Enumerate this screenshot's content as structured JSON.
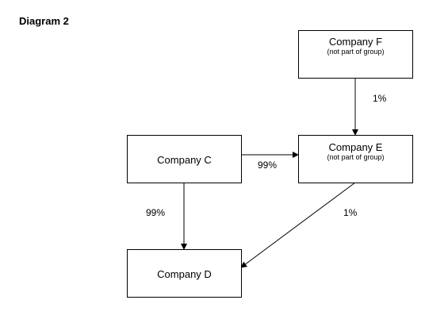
{
  "title": "Diagram 2",
  "nodes": {
    "company_f": {
      "name": "Company F",
      "note": "(not part of group)"
    },
    "company_c": {
      "name": "Company C"
    },
    "company_e": {
      "name": "Company E",
      "note": "(not part of group)"
    },
    "company_d": {
      "name": "Company D"
    }
  },
  "edges": [
    {
      "from": "Company F",
      "to": "Company E",
      "label": "1%"
    },
    {
      "from": "Company C",
      "to": "Company E",
      "label": "99%"
    },
    {
      "from": "Company C",
      "to": "Company D",
      "label": "99%"
    },
    {
      "from": "Company E",
      "to": "Company D",
      "label": "1%"
    }
  ]
}
